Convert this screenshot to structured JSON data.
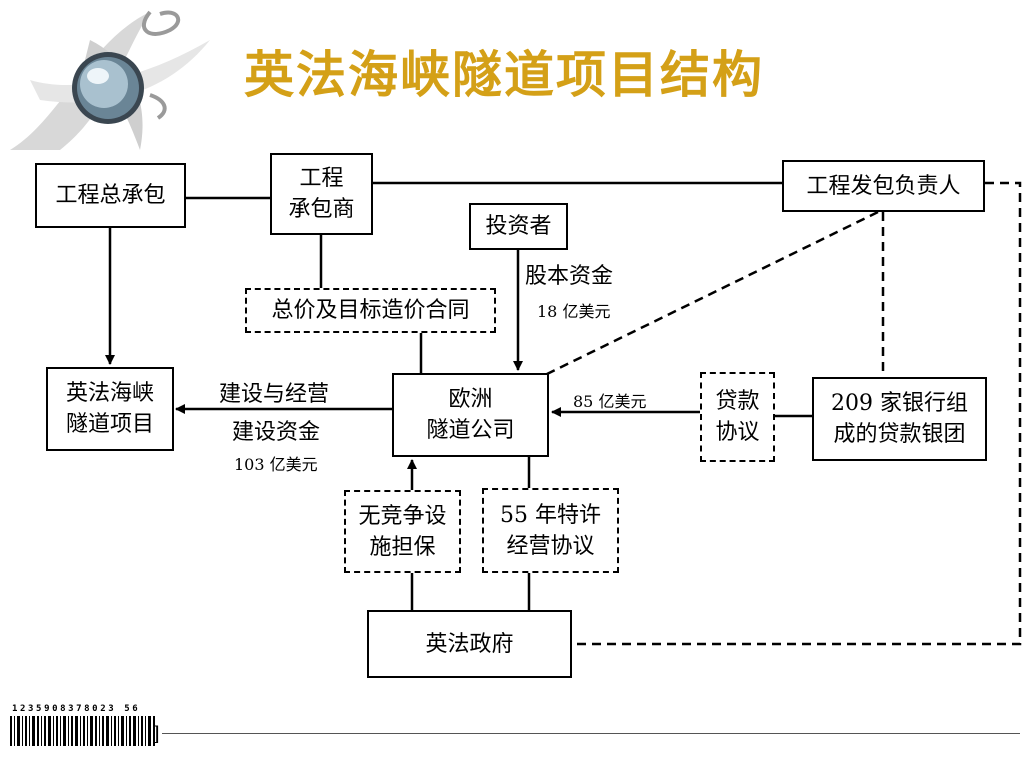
{
  "title": "英法海峡隧道项目结构",
  "nodes": {
    "general_contract": "工程总承包",
    "contractor_line1": "工程",
    "contractor_line2": "承包商",
    "owner": "工程发包负责人",
    "investor": "投资者",
    "lump_sum_contract": "总价及目标造价合同",
    "project_line1": "英法海峡",
    "project_line2": "隧道项目",
    "eurotunnel_line1": "欧洲",
    "eurotunnel_line2": "隧道公司",
    "loan_line1": "贷款",
    "loan_line2": "协议",
    "banks_line1": "209 家银行组",
    "banks_line2": "成的贷款银团",
    "no_compete_line1": "无竞争设",
    "no_compete_line2": "施担保",
    "concession_line1": "55 年特许",
    "concession_line2": "经营协议",
    "governments": "英法政府"
  },
  "labels": {
    "equity": "股本资金",
    "equity_amount": "18 亿美元",
    "loan_amount": "85 亿美元",
    "build_operate": "建设与经营",
    "build_funds": "建设资金",
    "build_amount": "103 亿美元"
  },
  "footer": {
    "barcode_digits": "1235908378023 56"
  }
}
